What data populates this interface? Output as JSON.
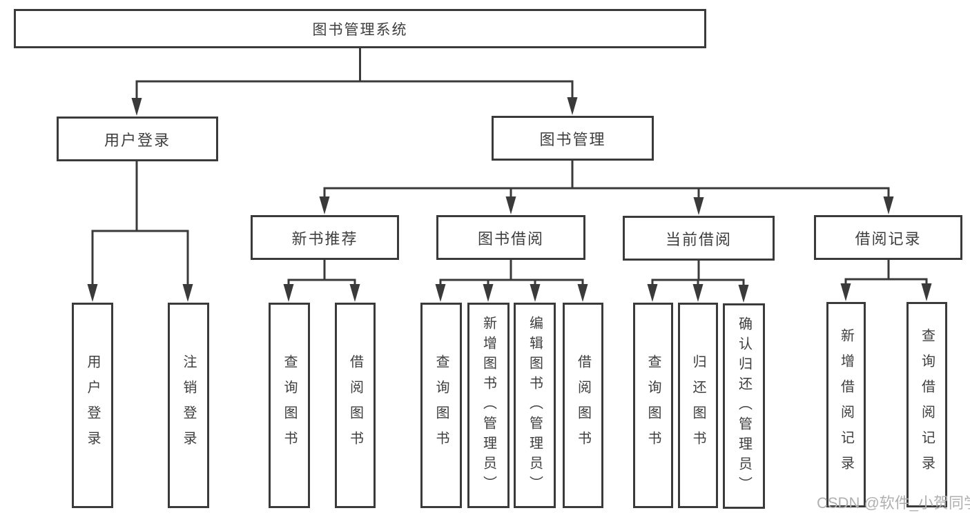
{
  "diagram": {
    "root": {
      "label": "图书管理系统"
    },
    "branches": [
      {
        "label": "用户登录",
        "children": [
          {
            "label": "用户登录"
          },
          {
            "label": "注销登录"
          }
        ]
      },
      {
        "label": "图书管理",
        "children": [
          {
            "label": "新书推荐",
            "children": [
              {
                "label": "查询图书"
              },
              {
                "label": "借阅图书"
              }
            ]
          },
          {
            "label": "图书借阅",
            "children": [
              {
                "label": "查询图书"
              },
              {
                "label": "新增图书（管理员）"
              },
              {
                "label": "编辑图书（管理员）"
              },
              {
                "label": "借阅图书"
              }
            ]
          },
          {
            "label": "当前借阅",
            "children": [
              {
                "label": "查询图书"
              },
              {
                "label": "归还图书"
              },
              {
                "label": "确认归还（管理员）"
              }
            ]
          },
          {
            "label": "借阅记录",
            "children": [
              {
                "label": "新增借阅记录"
              },
              {
                "label": "查询借阅记录"
              }
            ]
          }
        ]
      }
    ]
  },
  "watermark": {
    "text": "CSDN @软件_小贺同学"
  },
  "colors": {
    "line": "#3a3a3a",
    "text": "#3e3e3e",
    "bg": "#ffffff",
    "watermark": "#b0b0b0"
  }
}
